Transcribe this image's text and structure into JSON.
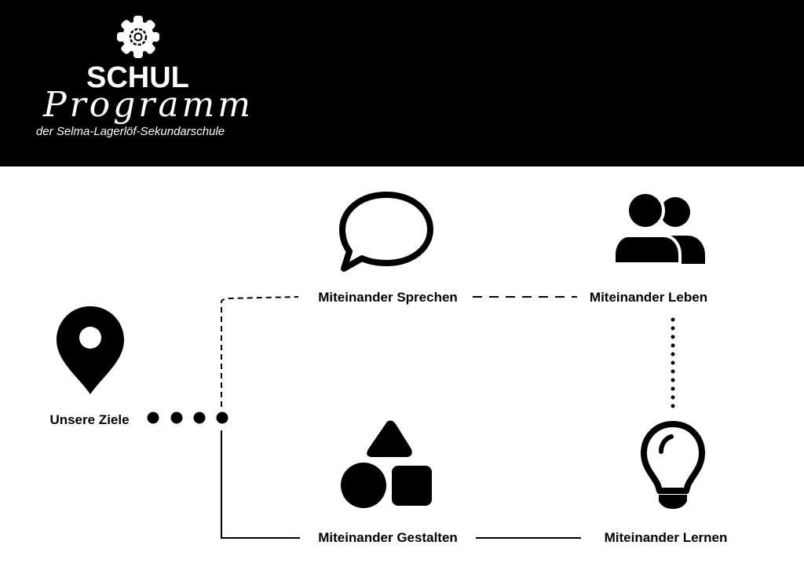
{
  "header": {
    "logo_title": "SCHUL",
    "logo_script": "Programm",
    "logo_subtitle": "der Selma-Lagerlöf-Sekundarschule",
    "logo_icon": "gear-icon",
    "background": "#000000"
  },
  "nodes": {
    "goals": {
      "label": "Unsere Ziele",
      "icon": "map-pin-icon"
    },
    "speak": {
      "label": "Miteinander Sprechen",
      "icon": "speech-bubble-icon"
    },
    "live": {
      "label": "Miteinander Leben",
      "icon": "people-icon"
    },
    "shape": {
      "label": "Miteinander Gestalten",
      "icon": "shapes-icon"
    },
    "learn": {
      "label": "Miteinander Lernen",
      "icon": "lightbulb-icon"
    }
  }
}
